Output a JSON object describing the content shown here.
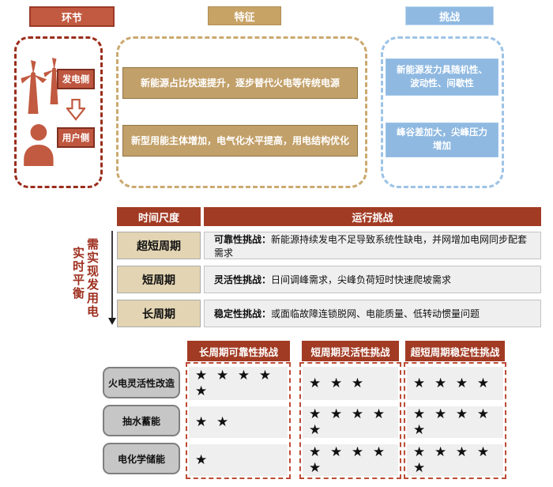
{
  "legend": {
    "stage": "环节",
    "feature": "特征",
    "challenge": "挑战"
  },
  "flow": {
    "generation_side": "发电侧",
    "user_side": "用户侧",
    "features": [
      "新能源占比快速提升，逐步替代火电等传统电源",
      "新型用能主体增加，电气化水平提高，用电结构优化"
    ],
    "challenges": [
      "新能源发力具随机性、波动性、间歇性",
      "峰谷差加大，尖峰压力增加"
    ]
  },
  "balance_note": {
    "line1": "需实现发用电",
    "line2": "实时平衡"
  },
  "cycle_table": {
    "scale_header": "时间尺度",
    "challenge_header": "运行挑战",
    "rows": [
      {
        "scale": "超短周期",
        "tag": "可靠性挑战：",
        "desc": "新能源持续发电不足导致系统性缺电，并网增加电网同步配套需求"
      },
      {
        "scale": "短周期",
        "tag": "灵活性挑战：",
        "desc": "日间调峰需求，尖峰负荷短时快速爬坡需求"
      },
      {
        "scale": "长周期",
        "tag": "稳定性挑战：",
        "desc": "或面临故障连锁脱网、电能质量、低转动惯量问题"
      }
    ]
  },
  "rating_table": {
    "star": "★",
    "columns": [
      "长周期可靠性挑战",
      "短周期灵活性挑战",
      "超短周期稳定性挑战"
    ],
    "rows": [
      {
        "label": "火电灵活性改造",
        "ratings": [
          5,
          3,
          4
        ]
      },
      {
        "label": "抽水蓄能",
        "ratings": [
          2,
          5,
          5
        ]
      },
      {
        "label": "电化学储能",
        "ratings": [
          1,
          5,
          5
        ]
      }
    ]
  },
  "colors": {
    "brick_red": "#A23B24",
    "orange_red": "#C15A40",
    "dark_red_border": "#9B2D1C",
    "tan": "#C2A069",
    "tan_light": "#E3D5B3",
    "tan_dash": "#CBA96F",
    "blue": "#8FB9E1",
    "blue_dash": "#9DC3E6",
    "light_gray": "#EFEFEF",
    "label_gray": "#C6C6C6",
    "dash_red": "#BC4A35",
    "star_black": "#111111"
  }
}
